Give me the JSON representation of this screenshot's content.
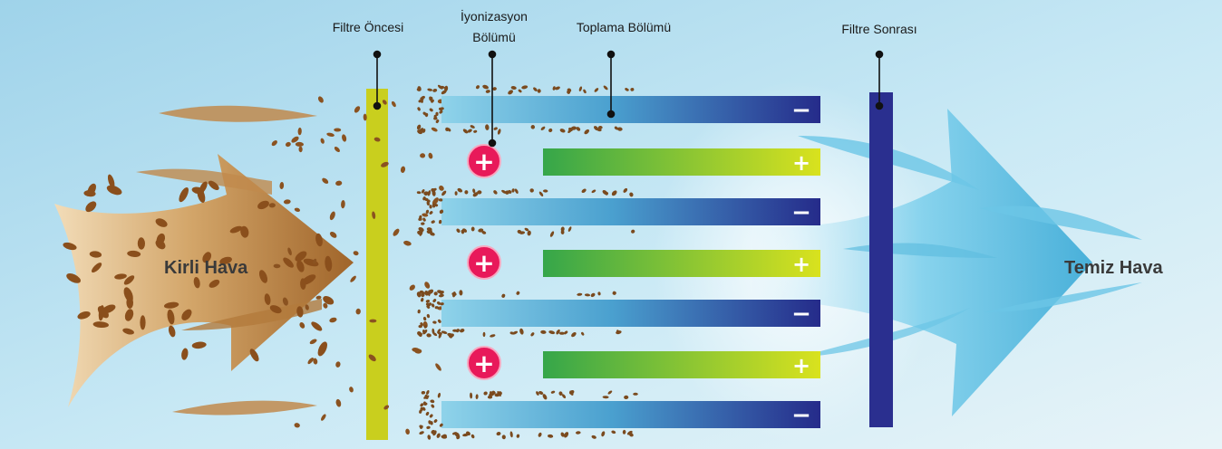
{
  "labels": {
    "pre_filter": "Filtre Öncesi",
    "ionization_line1": "İyonizasyon",
    "ionization_line2": "Bölümü",
    "collection": "Toplama Bölümü",
    "post_filter": "Filtre Sonrası",
    "dirty_air": "Kirli Hava",
    "clean_air": "Temiz Hava"
  },
  "signs": {
    "negative": "−",
    "positive": "+"
  },
  "colors": {
    "background": "#bfe4f3",
    "dirty_air": "#a8743a",
    "pre_filter": "#c9cf1e",
    "post_filter": "#2a2f8f",
    "negative_plate_start": "#8fd3ea",
    "negative_plate_end": "#252b8a",
    "positive_plate_start": "#35a64a",
    "positive_plate_end": "#d9e21e",
    "ion_marker": "#e8195a",
    "clean_air": "#4db8df"
  }
}
